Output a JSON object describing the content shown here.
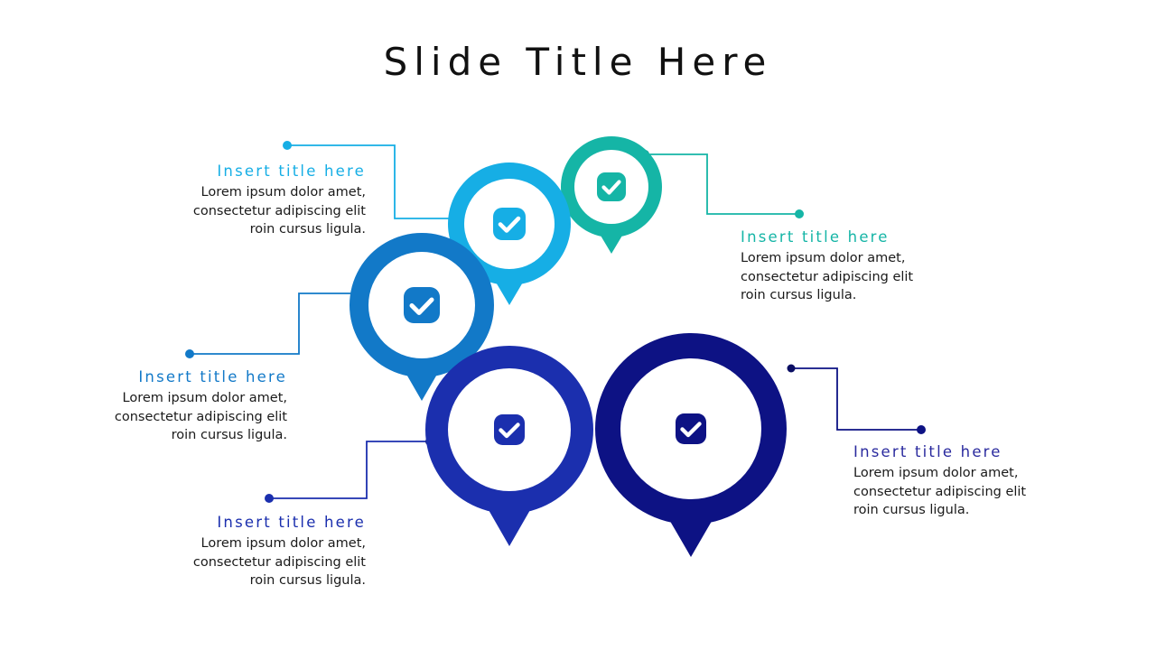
{
  "slide": {
    "title": "Slide Title Here",
    "background_color": "#ffffff"
  },
  "palette": {
    "teal": "#15B5A6",
    "light_blue": "#16AEE5",
    "medium_blue": "#1279C8",
    "royal_blue": "#1B2FAE",
    "navy": "#0D1284",
    "body_text": "#1a1a1a",
    "title_text": "#111111"
  },
  "items": [
    {
      "id": "item-teal",
      "title": "Insert title here",
      "body": "Lorem ipsum dolor amet, consectetur adipiscing elit roin cursus ligula.",
      "color": "#15B5A6",
      "align": "left",
      "icon": "check-badge-icon"
    },
    {
      "id": "item-light-blue",
      "title": "Insert title here",
      "body": "Lorem ipsum dolor amet, consectetur adipiscing elit roin cursus ligula.",
      "color": "#16AEE5",
      "align": "right",
      "icon": "check-badge-icon"
    },
    {
      "id": "item-medium-blue",
      "title": "Insert title here",
      "body": "Lorem ipsum dolor amet, consectetur adipiscing elit roin cursus ligula.",
      "color": "#1279C8",
      "align": "right",
      "icon": "check-badge-icon"
    },
    {
      "id": "item-royal-blue",
      "title": "Insert title here",
      "body": "Lorem ipsum dolor amet, consectetur adipiscing elit roin cursus ligula.",
      "color": "#1B2FAE",
      "align": "right",
      "icon": "check-badge-icon"
    },
    {
      "id": "item-navy",
      "title": "Insert title here",
      "body": "Lorem ipsum dolor amet, consectetur adipiscing elit roin cursus ligula.",
      "color": "#0D1284",
      "align": "left",
      "icon": "check-badge-icon"
    }
  ],
  "text_blocks": {
    "top_left": {
      "title": "Insert title here",
      "line1": "Lorem ipsum dolor amet,",
      "line2": "consectetur adipiscing elit",
      "line3": "roin cursus ligula."
    },
    "right_upper": {
      "title": "Insert title here",
      "line1": "Lorem ipsum dolor amet,",
      "line2": "consectetur adipiscing elit",
      "line3": "roin cursus ligula."
    },
    "left_middle": {
      "title": "Insert title here",
      "line1": "Lorem ipsum dolor amet,",
      "line2": "consectetur adipiscing elit",
      "line3": "roin cursus ligula."
    },
    "bottom_left": {
      "title": "Insert title here",
      "line1": "Lorem ipsum dolor amet,",
      "line2": "consectetur adipiscing elit",
      "line3": "roin cursus ligula."
    },
    "bottom_right": {
      "title": "Insert title here",
      "line1": "Lorem ipsum dolor amet,",
      "line2": "consectetur adipiscing elit",
      "line3": "roin cursus ligula."
    }
  }
}
